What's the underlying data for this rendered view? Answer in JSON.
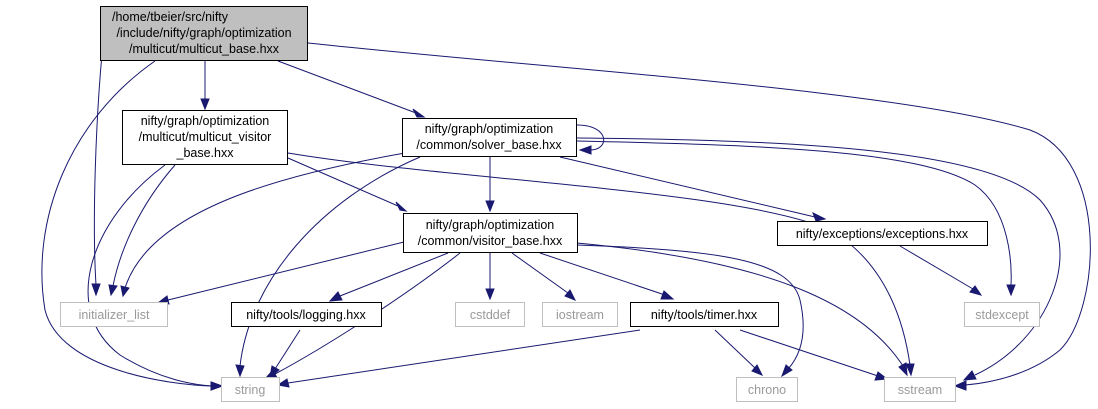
{
  "nodes": {
    "root": [
      "/home/tbeier/src/nifty",
      "/include/nifty/graph/optimization",
      "/multicut/multicut_base.hxx"
    ],
    "multicut_visitor_base": [
      "nifty/graph/optimization",
      "/multicut/multicut_visitor",
      "_base.hxx"
    ],
    "solver_base": [
      "nifty/graph/optimization",
      "/common/solver_base.hxx"
    ],
    "visitor_base": [
      "nifty/graph/optimization",
      "/common/visitor_base.hxx"
    ],
    "exceptions": [
      "nifty/exceptions/exceptions.hxx"
    ],
    "initializer_list": [
      "initializer_list"
    ],
    "logging": [
      "nifty/tools/logging.hxx"
    ],
    "cstddef": [
      "cstddef"
    ],
    "iostream": [
      "iostream"
    ],
    "timer": [
      "nifty/tools/timer.hxx"
    ],
    "stdexcept": [
      "stdexcept"
    ],
    "string": [
      "string"
    ],
    "chrono": [
      "chrono"
    ],
    "sstream": [
      "sstream"
    ]
  },
  "colors": {
    "edge": "#191970",
    "root_fill": "#bfbfbf",
    "external_border": "#bfbfbf",
    "external_text": "#9a9a9a"
  }
}
